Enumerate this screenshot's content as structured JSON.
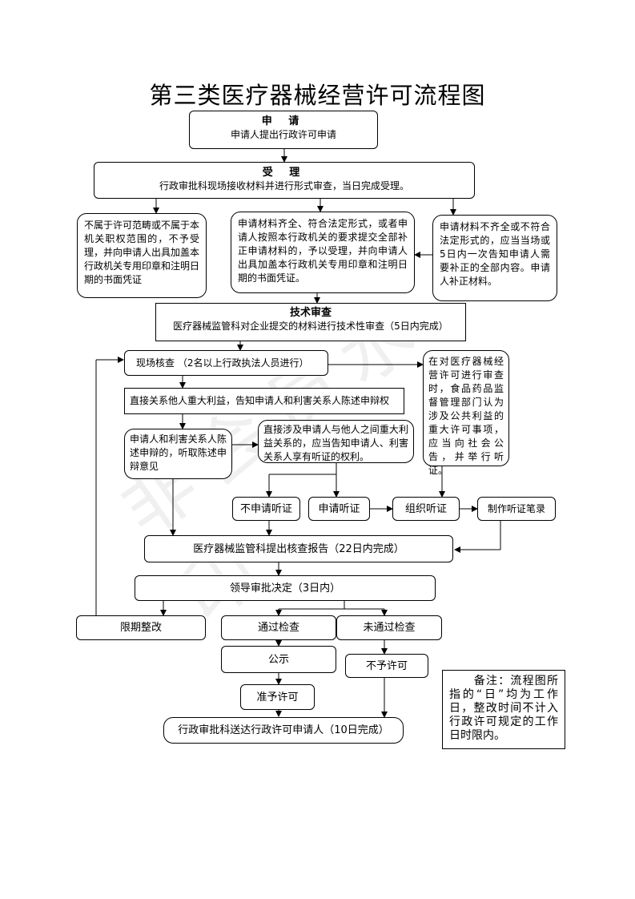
{
  "title": "第三类医疗器械经营许可流程图",
  "watermark": "非会员水印",
  "nodes": {
    "apply": {
      "head": "申  请",
      "text": "申请人提出行政许可申请"
    },
    "accept": {
      "head": "受  理",
      "text": "行政审批科现场接收材料并进行形式审查，当日完成受理。"
    },
    "reject": "不属于许可范畴或不属于本机关职权范围的，不予受理，并向申请人出具加盖本行政机关专用印章和注明日期的书面凭证",
    "complete": "申请材料齐全、符合法定形式，或者申请人按照本行政机关的要求提交全部补正申请材料的，予以受理，并向申请人出具加盖本行政机关专用印章和注明日期的书面凭证。",
    "incomplete": "申请材料不齐全或不符合法定形式的，应当当场或5日内一次告知申请人需要补正的全部内容。申请人补正材料。",
    "tech": {
      "head": "技术审查",
      "text": "医疗器械监管科对企业提交的材料进行技术性审查（5日内完成）"
    },
    "inspect": "现场核查 （2名以上行政执法人员进行）",
    "public_interest": "在对医疗器械经营许可进行审查时，食品药品监督管理部门认为涉及公共利益的重大许可事项，应当向社会公告，并举行听证。",
    "notify": "直接关系他人重大利益，告知申请人和利害关系人陈述申辩权",
    "defense": "申请人和利害关系人陈述申辩的，听取陈述申辩意见",
    "hearing_right": "直接涉及申请人与他人之间重大利益关系的，应当告知申请人、利害关系人享有听证的权利。",
    "no_hearing": "不申请听证",
    "request_hearing": "申请听证",
    "organize_hearing": "组织听证",
    "hearing_record": "制作听证笔录",
    "report": "医疗器械监管科提出核查报告（22日内完成）",
    "decision": "领导审批决定（3日内）",
    "rectify": "限期整改",
    "pass": "通过检查",
    "fail": "未通过检查",
    "publicize": "公示",
    "deny": "不予许可",
    "grant": "准予许可",
    "deliver": "行政审批科送达行政许可申请人（10日完成）",
    "remark": "备注：流程图所指的“日”均为工作日，整改时间不计入行政许可规定的工作日时限内。"
  }
}
